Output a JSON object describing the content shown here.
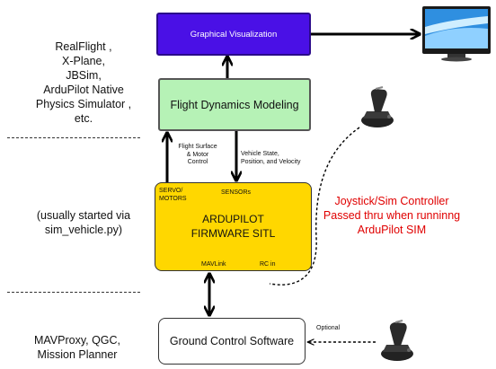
{
  "boxes": {
    "graphics": "Graphical Visualization",
    "fdm": "Flight Dynamics Modeling",
    "sitl_line1": "ARDUPILOT",
    "sitl_line2": "FIRMWARE SITL",
    "gcs": "Ground Control Software"
  },
  "ports": {
    "servo": [
      "SERVO/",
      "MOTORS"
    ],
    "sensors": "SENSORs",
    "mavlink": "MAVLink",
    "rcin": "RC in"
  },
  "edge_labels": {
    "surface": [
      "Flight Surface",
      "& Motor",
      "Control"
    ],
    "state": [
      "Vehicle State,",
      "Position, and Velocity"
    ],
    "optional": "Optional"
  },
  "left_labels": {
    "simulators": [
      "RealFlight ,",
      "X-Plane,",
      "JBSim,",
      "ArduPilot Native",
      "Physics Simulator ,",
      "etc."
    ],
    "usually": [
      "(usually started via",
      "sim_vehicle.py)"
    ],
    "gcs_list": [
      "MAVProxy, QGC,",
      "Mission Planner"
    ]
  },
  "red_note": [
    "Joystick/Sim Controller",
    "Passed thru when runninng",
    "ArduPilot SIM"
  ],
  "colors": {
    "graphics_box": "#4a10e6",
    "fdm_box": "#b6f2b6",
    "sitl_box": "#ffd700",
    "note_text": "#e00000"
  },
  "icons": [
    "monitor-icon",
    "joystick-icon"
  ]
}
